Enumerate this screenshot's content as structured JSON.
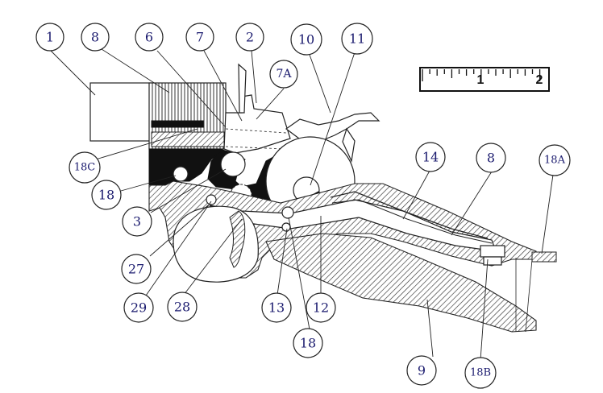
{
  "callouts": [
    {
      "id": "c1",
      "label": "1"
    },
    {
      "id": "c8a",
      "label": "8"
    },
    {
      "id": "c6",
      "label": "6"
    },
    {
      "id": "c7",
      "label": "7"
    },
    {
      "id": "c2",
      "label": "2"
    },
    {
      "id": "c10",
      "label": "10"
    },
    {
      "id": "c11",
      "label": "11"
    },
    {
      "id": "c7a",
      "label": "7A"
    },
    {
      "id": "c18c",
      "label": "18C"
    },
    {
      "id": "c18a",
      "label": "18"
    },
    {
      "id": "c3",
      "label": "3"
    },
    {
      "id": "c27",
      "label": "27"
    },
    {
      "id": "c29",
      "label": "29"
    },
    {
      "id": "c28",
      "label": "28"
    },
    {
      "id": "c13",
      "label": "13"
    },
    {
      "id": "c18b",
      "label": "18"
    },
    {
      "id": "c12",
      "label": "12"
    },
    {
      "id": "c14",
      "label": "14"
    },
    {
      "id": "c8b",
      "label": "8"
    },
    {
      "id": "c18A",
      "label": "18A"
    },
    {
      "id": "c9",
      "label": "9"
    },
    {
      "id": "c18B",
      "label": "18B"
    }
  ],
  "ruler": {
    "marks": [
      "1",
      "2"
    ]
  }
}
